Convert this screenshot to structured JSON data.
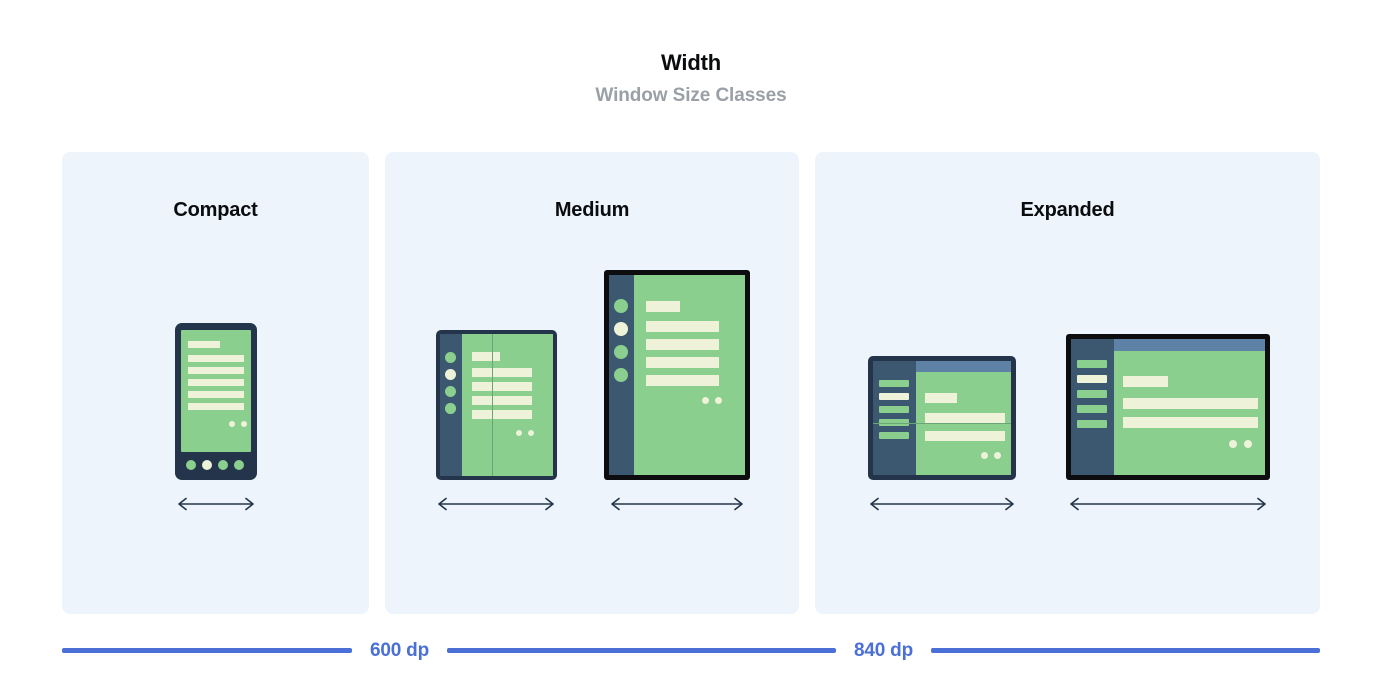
{
  "header": {
    "title": "Width",
    "subtitle": "Window Size Classes"
  },
  "colors": {
    "panel_background": "#eef4fc",
    "page_background": "#ffffff",
    "title": "#0b0c0e",
    "subtitle": "#9aa0a6",
    "scale_blue": "#4a6fd6",
    "device_navy": "#24344a",
    "device_black": "#0d0d0f",
    "screen_green": "#8bcf8f",
    "content_cream": "#eef2d8",
    "rail_navy": "#3c5870",
    "topbar_blue": "#5d82a6"
  },
  "panels": [
    {
      "label": "Compact",
      "devices": [
        {
          "name": "phone",
          "type": "phone-portrait",
          "arrow_width": 84,
          "nav_dots": [
            "green",
            "cream",
            "green",
            "green"
          ],
          "content_lines": 6,
          "action_dots": 2
        }
      ]
    },
    {
      "label": "Medium",
      "devices": [
        {
          "name": "foldable-portrait",
          "type": "foldable-portrait-unfolded",
          "arrow_width": 124,
          "rail_dots": [
            "green",
            "cream",
            "green",
            "green"
          ],
          "content_lines": 5,
          "action_dots": 2,
          "has_fold_seam": true
        },
        {
          "name": "tablet-portrait",
          "type": "tablet-portrait",
          "arrow_width": 140,
          "rail_dots": [
            "green",
            "cream",
            "green",
            "green"
          ],
          "content_lines": 5,
          "action_dots": 2,
          "has_fold_seam": false
        }
      ]
    },
    {
      "label": "Expanded",
      "devices": [
        {
          "name": "foldable-landscape",
          "type": "foldable-landscape-unfolded",
          "arrow_width": 152,
          "rail_bars": [
            "green",
            "cream",
            "green",
            "green",
            "green"
          ],
          "content_lines": 3,
          "action_dots": 2,
          "has_top_bar": true,
          "has_fold_seam": true
        },
        {
          "name": "tablet-landscape",
          "type": "tablet-landscape",
          "arrow_width": 204,
          "rail_bars": [
            "green",
            "cream",
            "green",
            "green",
            "green"
          ],
          "content_lines": 3,
          "action_dots": 2,
          "has_top_bar": true,
          "has_fold_seam": false
        }
      ]
    }
  ],
  "scale": {
    "breakpoints": [
      {
        "label": "600 dp"
      },
      {
        "label": "840 dp"
      }
    ]
  }
}
